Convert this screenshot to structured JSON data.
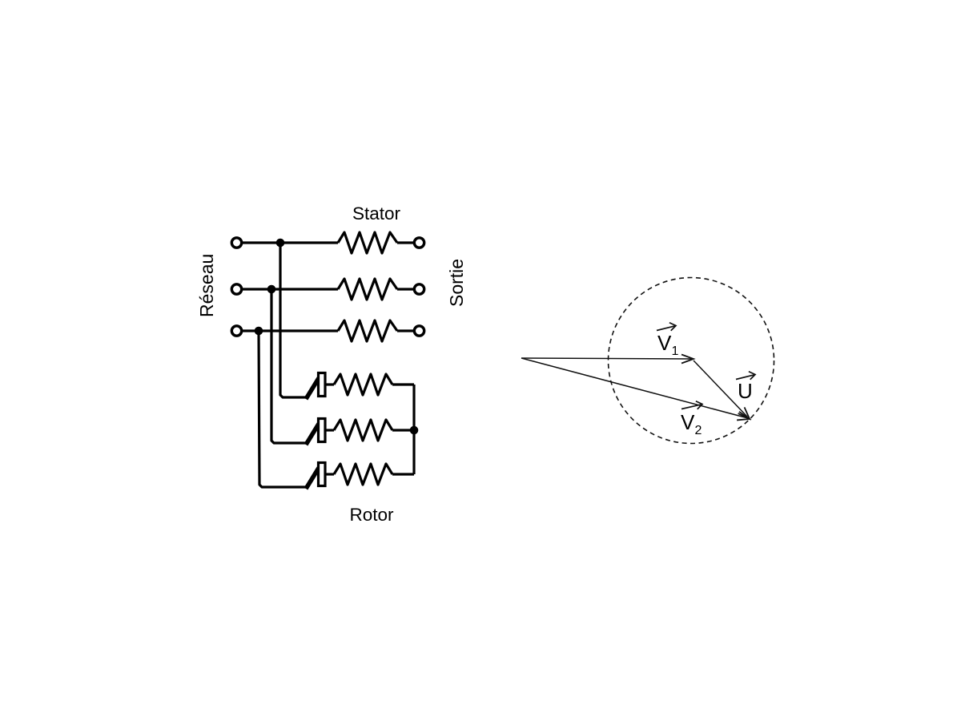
{
  "colors": {
    "background": "#ffffff",
    "ink": "#000000"
  },
  "circuit": {
    "top_label": "Stator",
    "bottom_label": "Rotor",
    "left_label": "Réseau",
    "right_label": "Sortie",
    "phase_count": 3
  },
  "phasor": {
    "circle_style": "dashed",
    "v1_base": "V",
    "v1_sub": "1",
    "v2_base": "V",
    "v2_sub": "2",
    "u_base": "U"
  }
}
